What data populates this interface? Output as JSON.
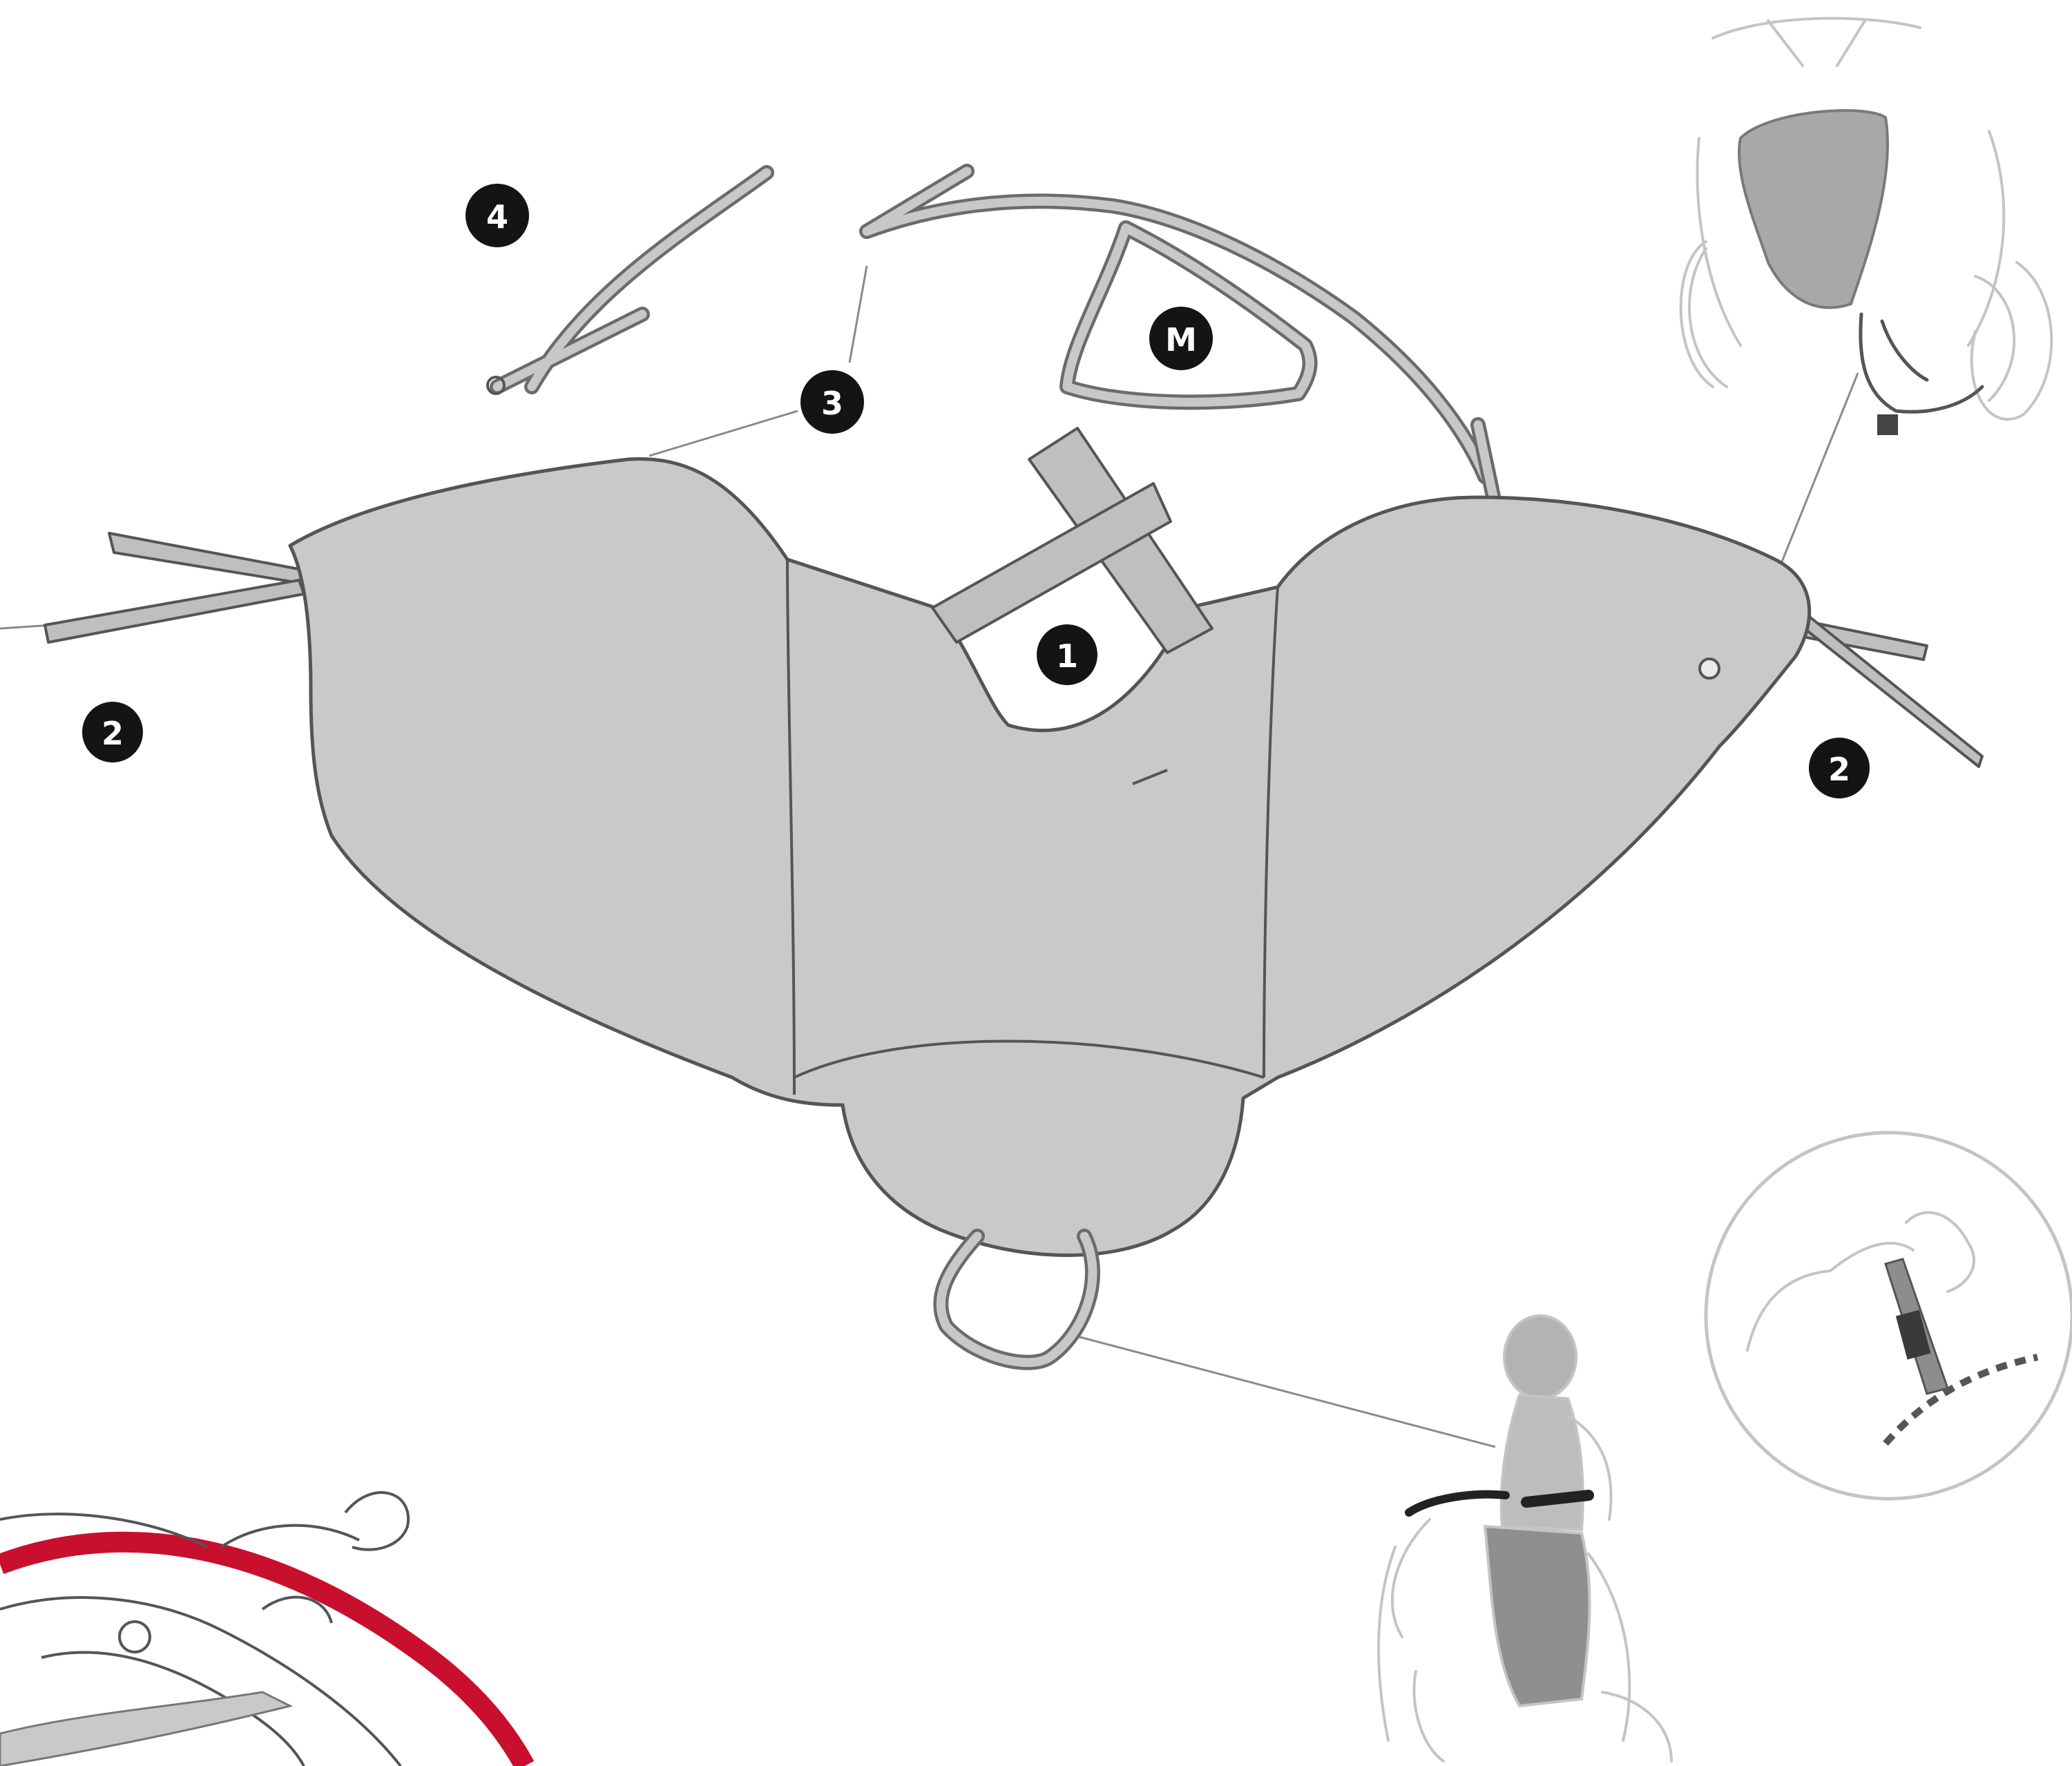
{
  "callouts": {
    "one": "1",
    "two_left": "2",
    "two_right": "2",
    "three": "3",
    "four": "4",
    "m": "M"
  },
  "colors": {
    "apron_fill": "#c9c9c9",
    "outline": "#555555",
    "callout_fill": "#141414",
    "accent_ring": "#c8102e"
  },
  "icons": {
    "scooter_front": "scooter-front-view",
    "scooter_rider": "scooter-with-rider",
    "detail_zoom": "strap-clip-detail",
    "corner": "scooter-handlebar-closeup"
  }
}
